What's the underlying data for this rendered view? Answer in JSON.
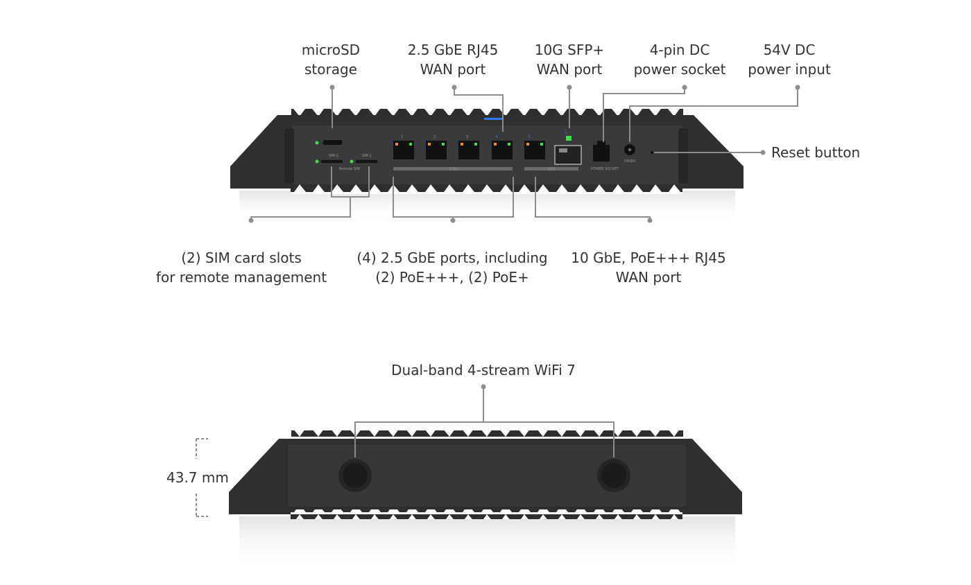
{
  "callouts": {
    "microsd": [
      "microSD",
      "storage"
    ],
    "wan25": [
      "2.5 GbE RJ45",
      "WAN port"
    ],
    "sfp": [
      "10G SFP+",
      "WAN port"
    ],
    "dc4pin": [
      "4-pin DC",
      "power socket"
    ],
    "dc54v": [
      "54V DC",
      "power input"
    ],
    "reset": "Reset button",
    "sim": [
      "(2) SIM card slots",
      "for remote management"
    ],
    "ports": [
      "(4) 2.5 GbE ports, including",
      "(2) PoE+++, (2) PoE+"
    ],
    "wan10": [
      "10 GbE, PoE+++ RJ45",
      "WAN port"
    ],
    "wifi": "Dual-band 4-stream WiFi 7",
    "height": "43.7 mm"
  },
  "panel": {
    "sim1": "SIM 1",
    "sim2": "SIM 2",
    "remote_sim": "Remote SIM",
    "port_labels": [
      "1",
      "2",
      "3",
      "4",
      "5",
      "6"
    ],
    "bar_25g": "2.5G",
    "bar_10g": "10G",
    "power_socket": "POWER SOCKET",
    "dc_label": "54VDC"
  },
  "colors": {
    "body": "#3a3a3c",
    "line": "#8c8c8c",
    "led_green": "#3ee04a",
    "led_orange": "#f08a24",
    "accent_blue": "#2f7bf0"
  }
}
